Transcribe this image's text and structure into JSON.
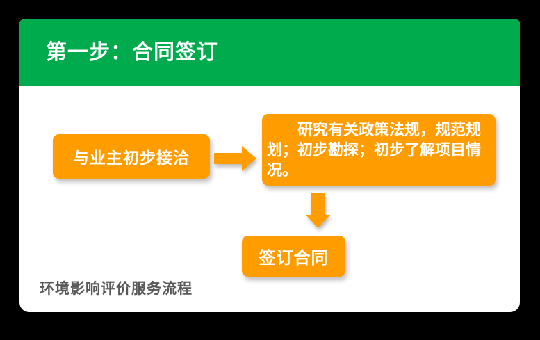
{
  "colors": {
    "background": "#000000",
    "card_bg": "#ffffff",
    "header_green": "#00AB4E",
    "box_orange": "#FF9C00",
    "text_white": "#ffffff",
    "caption_gray": "#595959"
  },
  "header": {
    "title": "第一步：合同签订"
  },
  "flow": {
    "step1_label": "与业主初步接洽",
    "step2_label": "研究有关政策法规，规范规划；初步勘探；初步了解项目情况。",
    "step3_label": "签订合同"
  },
  "caption": "环境影响评价服务流程"
}
